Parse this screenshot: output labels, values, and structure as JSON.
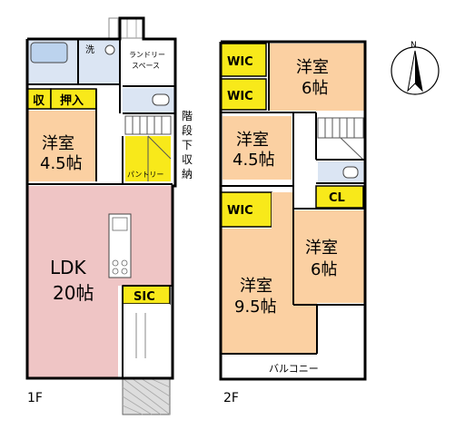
{
  "floor1": {
    "label": "1F",
    "rooms": {
      "laundry_mark": "洗",
      "laundry_space": [
        "ランドリー",
        "スペース"
      ],
      "storage_shu": "収",
      "storage_oshiire": "押入",
      "bedroom": [
        "洋室",
        "4.5帖"
      ],
      "pantry": "パントリー",
      "stairs_storage": [
        "階",
        "段",
        "下",
        "収",
        "納"
      ],
      "ldk": [
        "LDK",
        "20帖"
      ],
      "sic": "SIC"
    }
  },
  "floor2": {
    "label": "2F",
    "rooms": {
      "wic_top": "WIC",
      "wic_mid": "WIC",
      "bedroom_6_top": [
        "洋室",
        "6帖"
      ],
      "bedroom_4_5": [
        "洋室",
        "4.5帖"
      ],
      "cl": "CL",
      "wic_left": "WIC",
      "bedroom_6_right": [
        "洋室",
        "6帖"
      ],
      "bedroom_9_5": [
        "洋室",
        "9.5帖"
      ],
      "balcony": "バルコニー"
    }
  },
  "compass": {
    "north_label": "N"
  },
  "colors": {
    "room_orange": "#fbd0a2",
    "closet_yellow": "#f8e91a",
    "ldk_pink": "#efc5c5",
    "wet_blue": "#dbe5f3",
    "wall": "#000000"
  }
}
